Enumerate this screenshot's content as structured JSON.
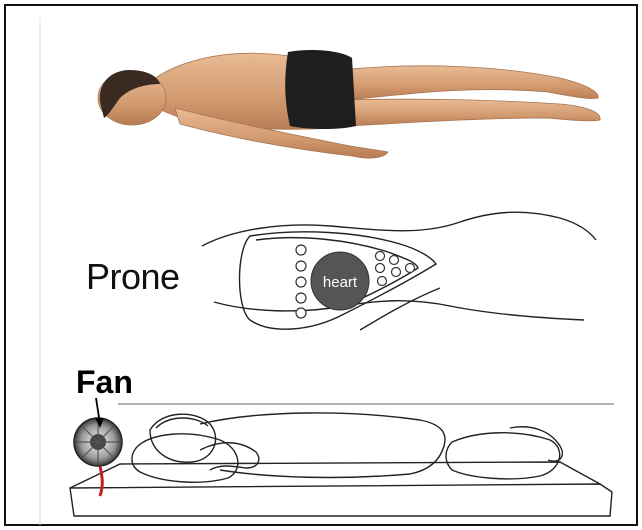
{
  "labels": {
    "position": "Prone",
    "organ": "heart",
    "device": "Fan"
  },
  "colors": {
    "skin": "#d9a57a",
    "shorts": "#1e1e1e",
    "hair": "#3a2a22",
    "heart_fill": "#555555",
    "cord": "#c0202a"
  },
  "icons": {
    "person_render": "prone-person-3d",
    "cross_section": "thorax-cross-section",
    "sleeper": "sleeping-person-drawing",
    "fan": "fan-icon"
  }
}
